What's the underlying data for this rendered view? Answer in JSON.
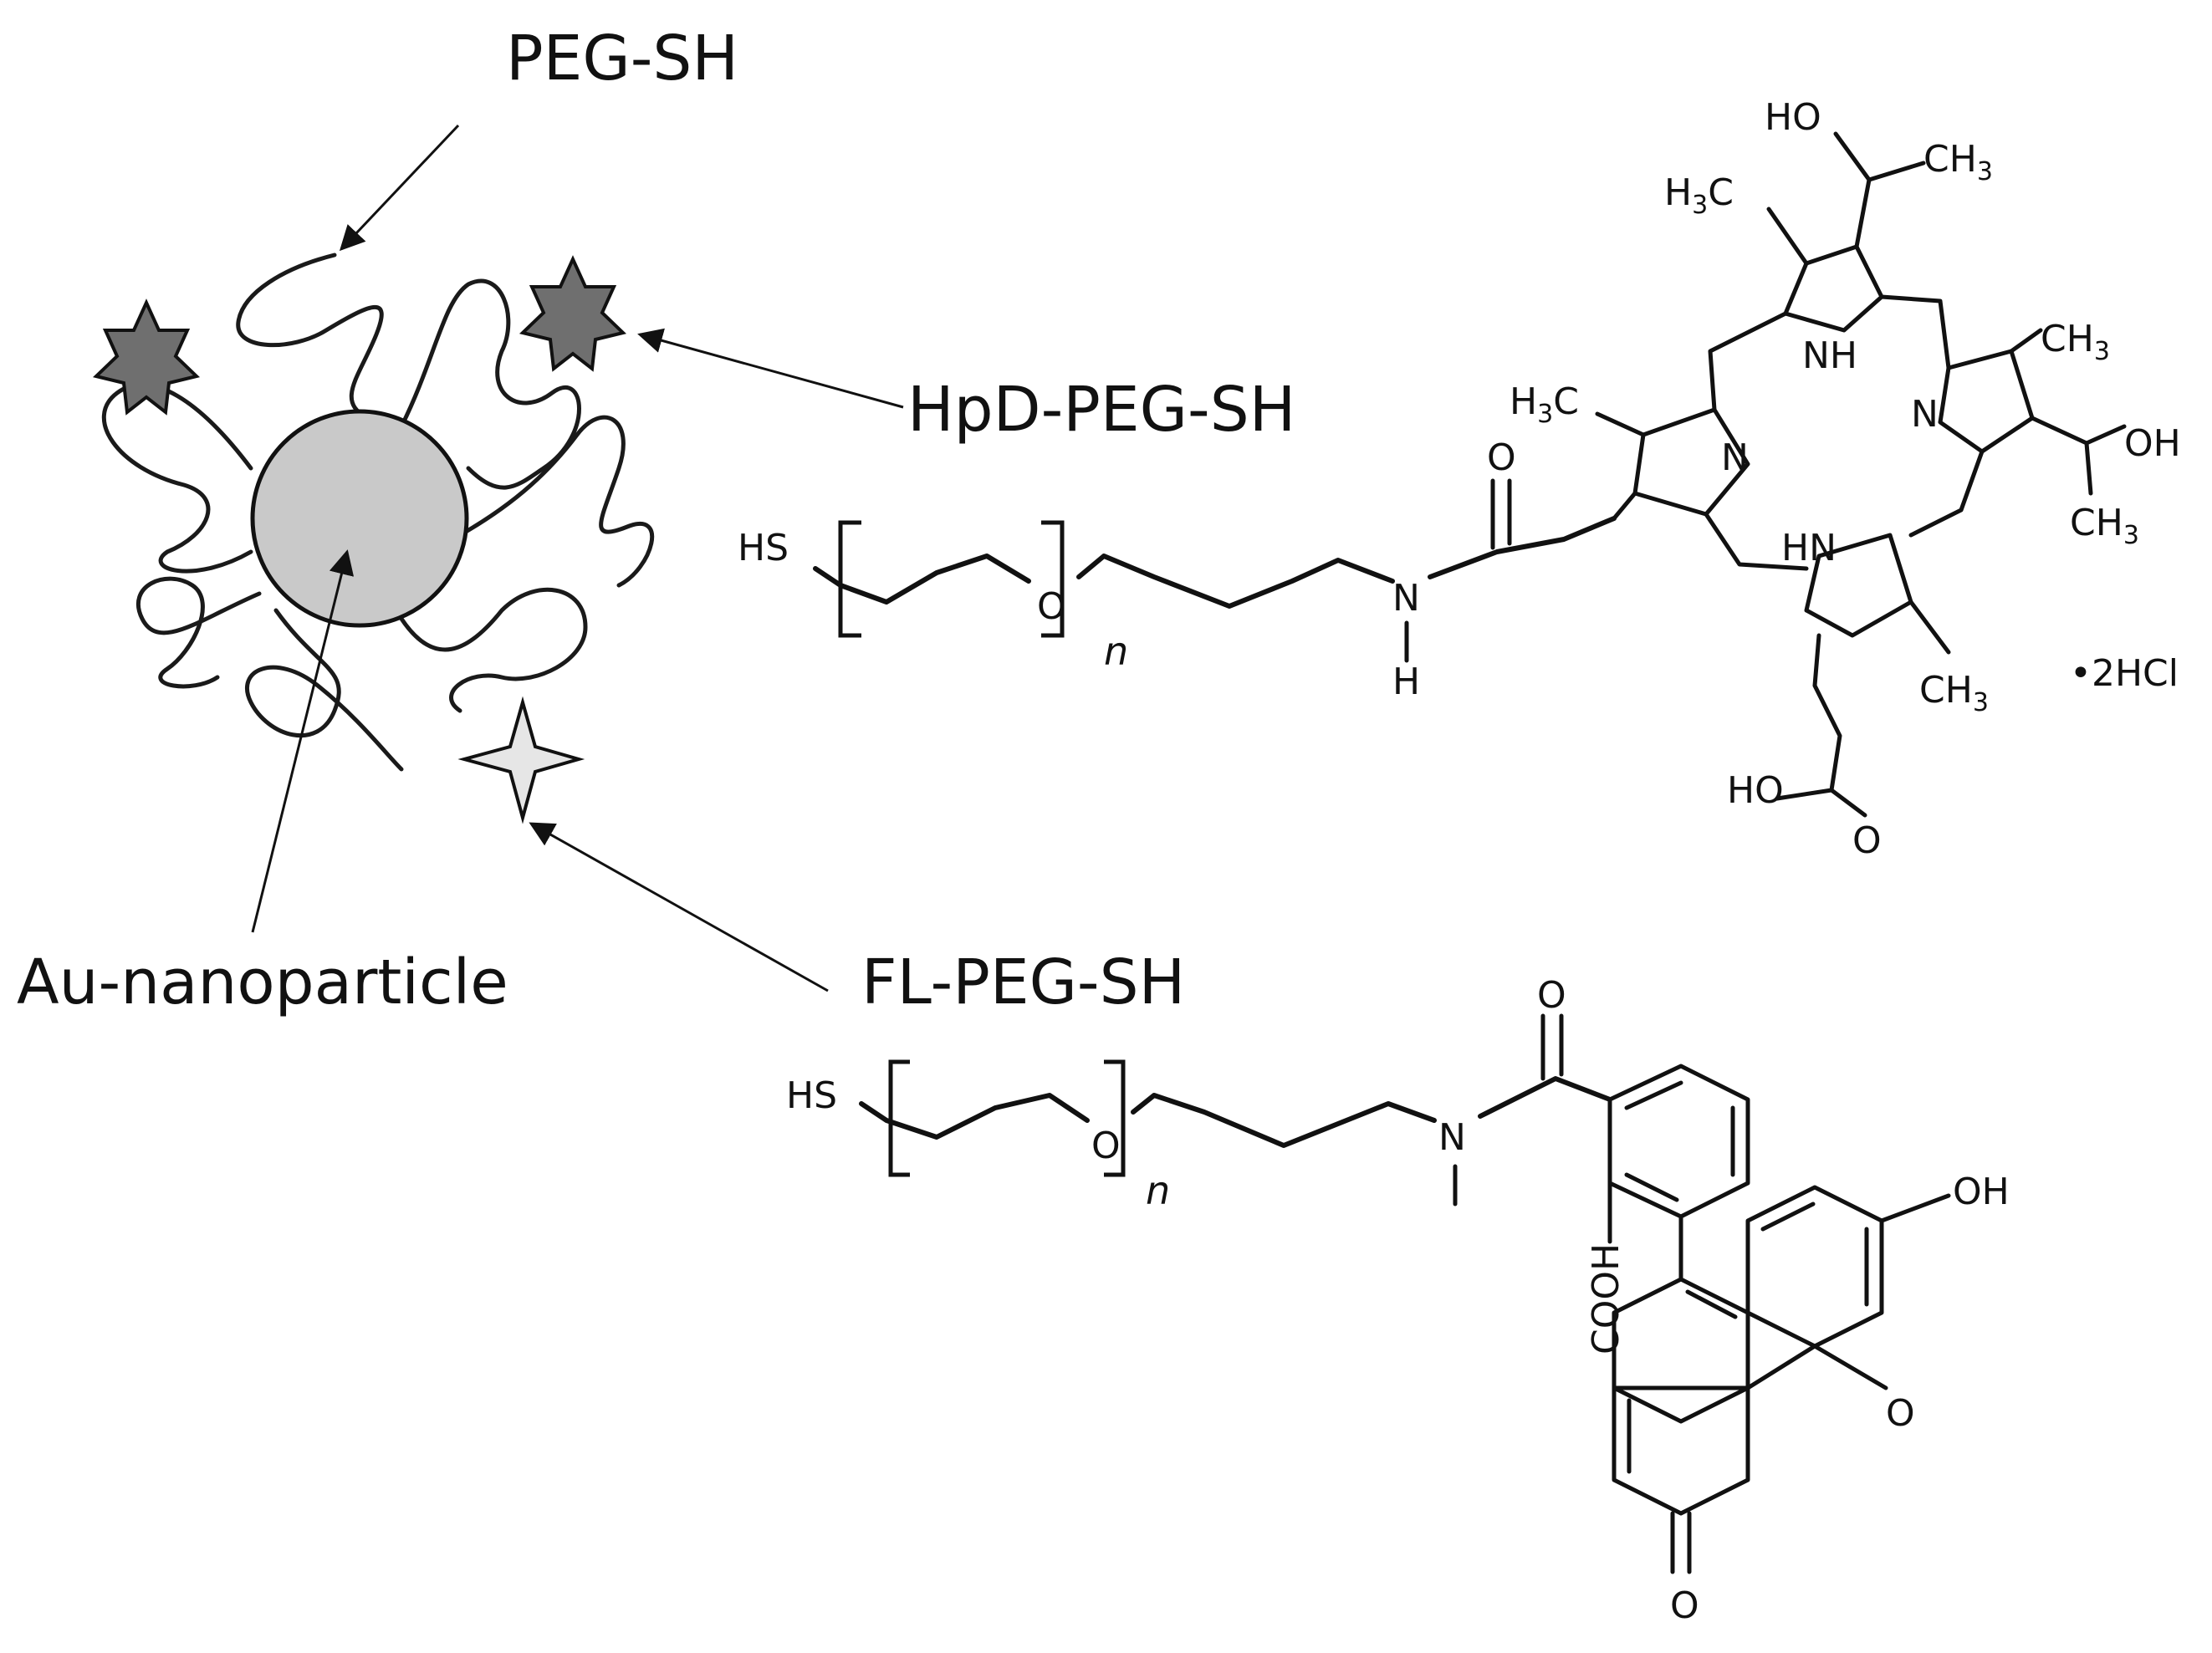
{
  "labels": {
    "peg_sh": "PEG-SH",
    "hpd_peg_sh": "HpD-PEG-SH",
    "fl_peg_sh": "FL-PEG-SH",
    "au_nanoparticle": "Au-nanoparticle"
  },
  "hpd_structure": {
    "hs": "HS",
    "o": "O",
    "n_sub": "n",
    "n": "N",
    "h": "H",
    "carbonyl_o": "O",
    "ring_nh_top": "NH",
    "ring_n_left": "N",
    "ring_n_right": "N",
    "ring_hn_bottom": "HN",
    "h3c_top": "H3C",
    "h3c_left": "H3C",
    "ch3_right": "CH3",
    "ch3_bottom": "CH3",
    "ho_top": "HO",
    "ch3_top": "CH3",
    "oh_right": "OH",
    "ch3_right_lower": "CH3",
    "ho_acid": "HO",
    "o_acid": "O",
    "salt": "•2HCl"
  },
  "fl_structure": {
    "hs": "HS",
    "o": "O",
    "n_sub": "n",
    "n": "N",
    "carbonyl_o": "O",
    "cooh": "COOH",
    "oh": "OH",
    "ring_o": "O",
    "keto_o": "O"
  },
  "colors": {
    "particle_fill": "#c9c9c9",
    "hpd_star_fill": "#6f6f6f",
    "fl_star_fill": "#e6e6e6",
    "line": "#111111"
  }
}
